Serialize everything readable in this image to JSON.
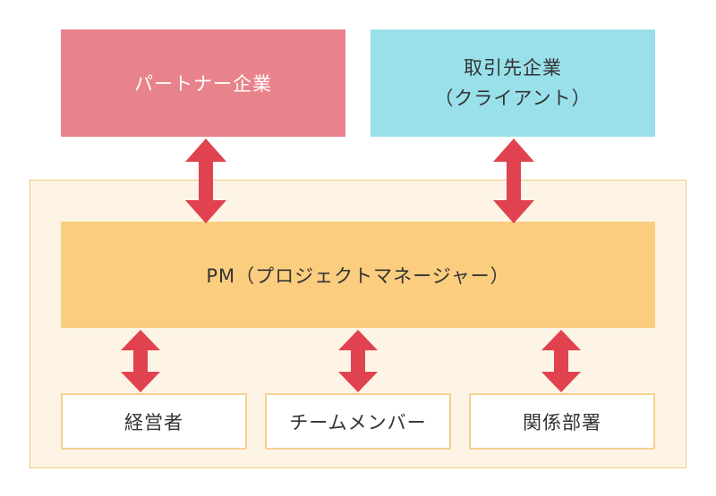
{
  "partner": {
    "label": "パートナー企業"
  },
  "client": {
    "line1": "取引先企業",
    "line2": "（クライアント）"
  },
  "pm": {
    "label": "PM（プロジェクトマネージャー）"
  },
  "members": [
    {
      "label": "経営者"
    },
    {
      "label": "チームメンバー"
    },
    {
      "label": "関係部署"
    }
  ],
  "colors": {
    "partner_fill": "#e9838b",
    "client_fill": "#99e0eb",
    "pm_fill": "#fbcd7e",
    "container_fill": "#fdf4e6",
    "container_border": "#f6c883",
    "arrow": "#e0434f"
  }
}
